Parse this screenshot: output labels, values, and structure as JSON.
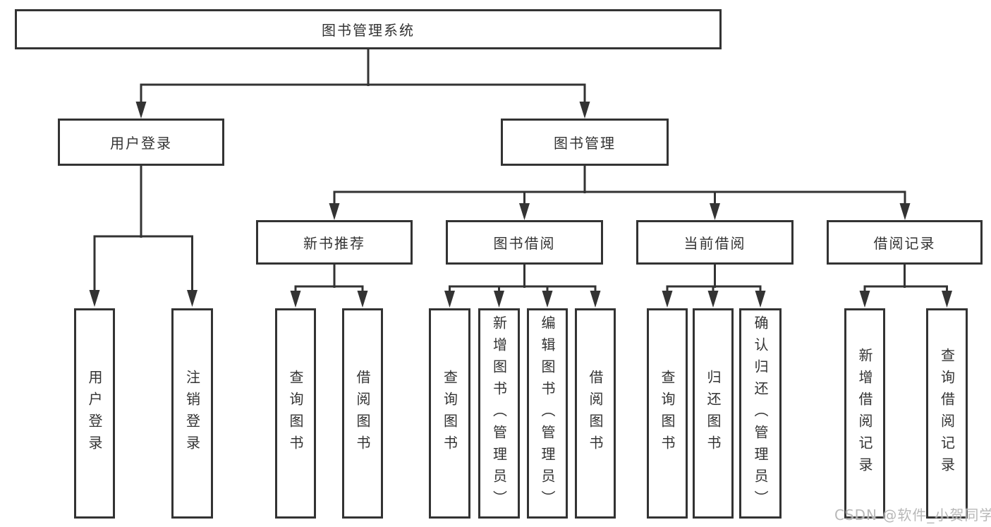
{
  "tree": {
    "root": "图书管理系统",
    "children": [
      {
        "label": "用户登录",
        "children": [
          "用户登录",
          "注销登录"
        ]
      },
      {
        "label": "图书管理",
        "children": [
          {
            "label": "新书推荐",
            "children": [
              "查询图书",
              "借阅图书"
            ]
          },
          {
            "label": "图书借阅",
            "children": [
              "查询图书",
              "新增图书（管理员）",
              "编辑图书（管理员）",
              "借阅图书"
            ]
          },
          {
            "label": "当前借阅",
            "children": [
              "查询图书",
              "归还图书",
              "确认归还（管理员）"
            ]
          },
          {
            "label": "借阅记录",
            "children": [
              "新增借阅记录",
              "查询借阅记录"
            ]
          }
        ]
      }
    ]
  },
  "watermark": {
    "text": "CSDN @软件_小贺同学"
  },
  "colors": {
    "line": "#333333",
    "text": "#333333",
    "box_fill": "#ffffff",
    "background": "#ffffff",
    "watermark": "#b2b2b2"
  }
}
